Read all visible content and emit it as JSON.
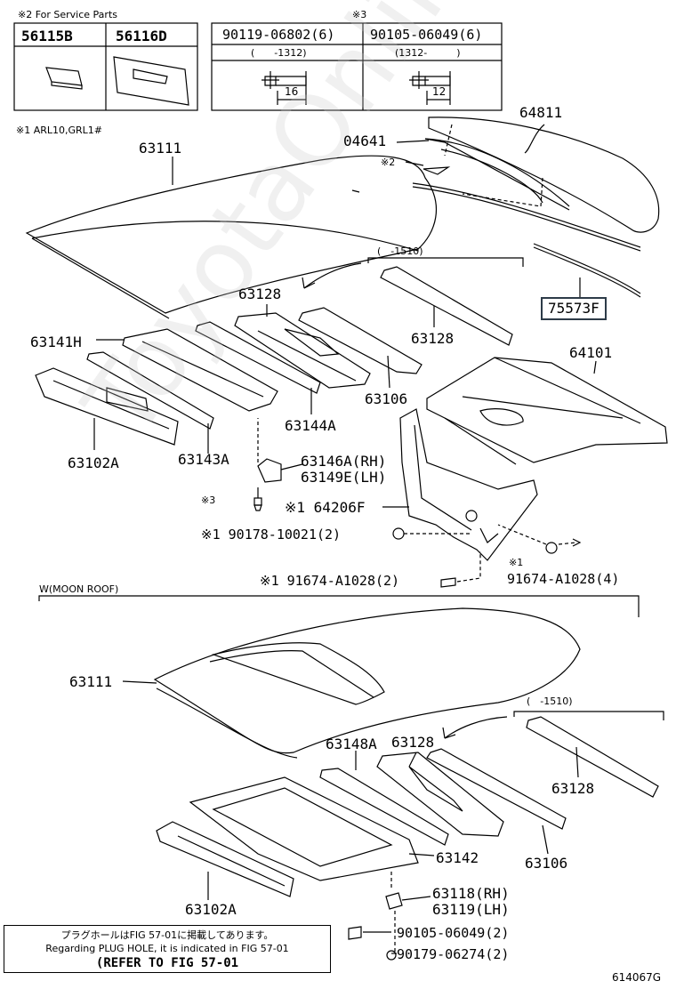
{
  "service_parts": {
    "title": "※2 For Service Parts",
    "part_a": "56115B",
    "part_b": "56116D"
  },
  "bolt_table": {
    "title": "※3",
    "col1_part": "90119-06802(6)",
    "col2_part": "90105-06049(6)",
    "col1_range": "(　　-1312)",
    "col2_range": "(1312-　　　)",
    "col1_dim": "16",
    "col2_dim": "12"
  },
  "section1_note": "※1 ARL10,GRL1#",
  "section1_range": "(　-1510)",
  "section2_title": "W(MOON ROOF)",
  "section2_range": "(　-1510)",
  "labels": {
    "l64811": "64811",
    "l04641": "04641",
    "l_star2": "※2",
    "l63111a": "63111",
    "l75573f": "75573F",
    "l63128a": "63128",
    "l63128b": "63128",
    "l63141h": "63141H",
    "l64101": "64101",
    "l63106a": "63106",
    "l63144a": "63144A",
    "l63102a1": "63102A",
    "l63143a": "63143A",
    "l63146a": "63146A(RH)",
    "l63149e": "63149E(LH)",
    "l_star3": "※3",
    "l64206f": "※1 64206F",
    "l90178": "※1 90178-10021(2)",
    "l91674r_star": "※1",
    "l91674r": "91674-A1028(4)",
    "l91674l": "※1 91674-A1028(2)",
    "l63111b": "63111",
    "l63148a": "63148A",
    "l63128c": "63128",
    "l63128d": "63128",
    "l63142": "63142",
    "l63106b": "63106",
    "l63102a2": "63102A",
    "l63118": "63118(RH)",
    "l63119": "63119(LH)",
    "l90105": "90105-06049(2)",
    "l90179": "90179-06274(2)"
  },
  "note_box": {
    "line1": "プラグホールはFIG 57-01に掲載してあります。",
    "line2": "Regarding PLUG HOLE, it is indicated in FIG 57-01",
    "line3": "(REFER TO FIG 57-01"
  },
  "figure_code": "614067G",
  "watermark": "ToyotaOnline.ru"
}
